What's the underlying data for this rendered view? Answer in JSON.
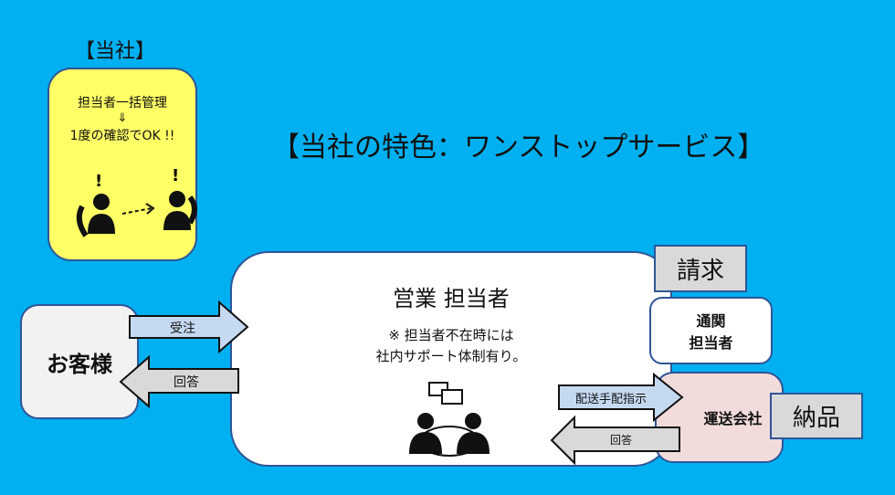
{
  "company_label": "【当社】",
  "company_box": {
    "line1": "担当者一括管理",
    "arrow": "⇓",
    "line2": "1度の確認でOK !!"
  },
  "title": "【当社の特色：ワンストップサービス】",
  "sales": {
    "title": "営業 担当者",
    "note1": "※ 担当者不在時には",
    "note2": "社内サポート体制有り。"
  },
  "customer": "お客様",
  "arrows": {
    "order": "受注",
    "reply": "回答",
    "delivery_instruction": "配送手配指示",
    "reply2": "回答"
  },
  "billing": "請求",
  "customs": {
    "line1": "通関",
    "line2": "担当者"
  },
  "carrier": "運送会社",
  "delivery": "納品",
  "colors": {
    "background": "#00b0f0",
    "yellow": "#ffff66",
    "pink": "#f2dcdb",
    "arrow_blue": "#c5d9f1",
    "border": "#2f5597"
  }
}
